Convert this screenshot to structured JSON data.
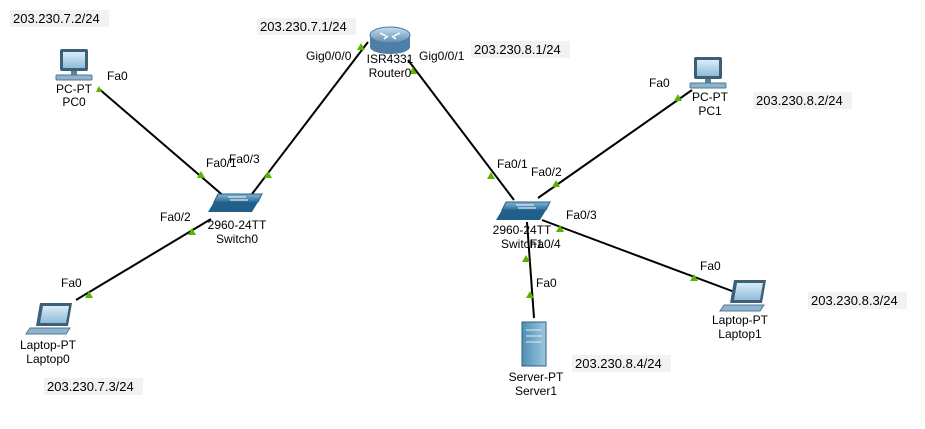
{
  "ip_notes": {
    "pc0": "203.230.7.2/24",
    "gateway_lan1": "203.230.7.1/24",
    "gateway_lan2": "203.230.8.1/24",
    "pc1": "203.230.8.2/24",
    "laptop0": "203.230.7.3/24",
    "laptop1": "203.230.8.3/24",
    "server1": "203.230.8.4/24"
  },
  "devices": {
    "pc0": {
      "model": "PC-PT",
      "name": "PC0"
    },
    "pc1": {
      "model": "PC-PT",
      "name": "PC1"
    },
    "router0": {
      "model": "ISR4331",
      "name": "Router0"
    },
    "switch0": {
      "model": "2960-24TT",
      "name": "Switch0"
    },
    "switch1": {
      "model": "2960-24TT",
      "name": "Switch1"
    },
    "laptop0": {
      "model": "Laptop-PT",
      "name": "Laptop0"
    },
    "laptop1": {
      "model": "Laptop-PT",
      "name": "Laptop1"
    },
    "server1": {
      "model": "Server-PT",
      "name": "Server1"
    }
  },
  "ports": {
    "pc0_fa0": "Fa0",
    "sw0_to_pc0": "Fa0/1",
    "sw0_fa03": "Fa0/3",
    "sw0_fa02": "Fa0/2",
    "laptop0_fa0": "Fa0",
    "router_gig000": "Gig0/0/0",
    "router_gig001": "Gig0/0/1",
    "sw1_to_router": "Fa0/1",
    "sw1_fa02": "Fa0/2",
    "sw1_fa03": "Fa0/3",
    "sw1_fa04": "Fa0/4",
    "pc1_fa0": "Fa0",
    "server1_fa0": "Fa0",
    "laptop1_fa0": "Fa0"
  },
  "colors": {
    "cable": "#000000",
    "link_up": "#59b300",
    "ip_note_bg": "#f2f2f2",
    "switch_body": "#3f86b0",
    "router_body": "#7fa9c9"
  },
  "icons": {
    "router0": "router-icon",
    "switch0": "switch-icon",
    "switch1": "switch-icon",
    "pc0": "pc-icon",
    "pc1": "pc-icon",
    "laptop0": "laptop-icon",
    "laptop1": "laptop-icon",
    "server1": "server-icon"
  }
}
